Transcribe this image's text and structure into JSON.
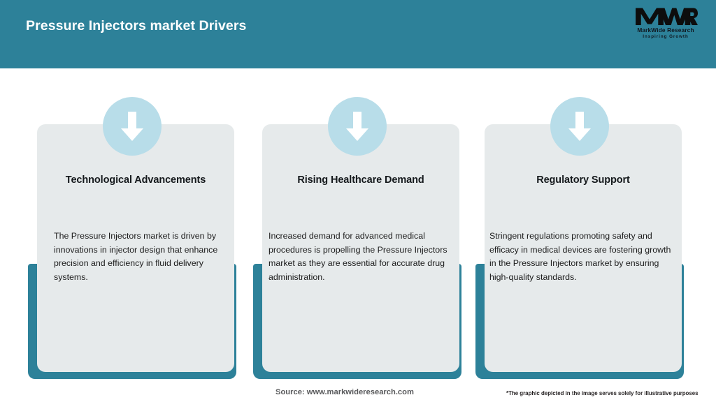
{
  "header": {
    "title": "Pressure Injectors market Drivers",
    "background_color": "#2d8199",
    "title_color": "#ffffff"
  },
  "logo": {
    "mark": "MWR",
    "name": "MarkWide Research",
    "tagline": "Inspiring Growth"
  },
  "cards": [
    {
      "icon": "arrow-down-icon",
      "title": "Technological Advancements",
      "body": "The Pressure Injectors market is driven by innovations in injector design that enhance precision and efficiency in fluid delivery systems."
    },
    {
      "icon": "arrow-down-icon",
      "title": "Rising Healthcare Demand",
      "body": "Increased demand for advanced medical procedures is propelling the Pressure Injectors market as they are essential for accurate drug administration."
    },
    {
      "icon": "arrow-down-icon",
      "title": "Regulatory Support",
      "body": "Stringent regulations promoting safety and efficacy in medical devices are fostering growth in the Pressure Injectors market by ensuring high-quality standards."
    }
  ],
  "footer": {
    "source": "Source: www.markwideresearch.com",
    "disclaimer": "*The graphic depicted in the image serves solely for illustrative purposes"
  },
  "colors": {
    "teal": "#2d8199",
    "light_blue": "#b8dde9",
    "panel_grey": "#e6eaeb",
    "page_background": "#ffffff"
  }
}
